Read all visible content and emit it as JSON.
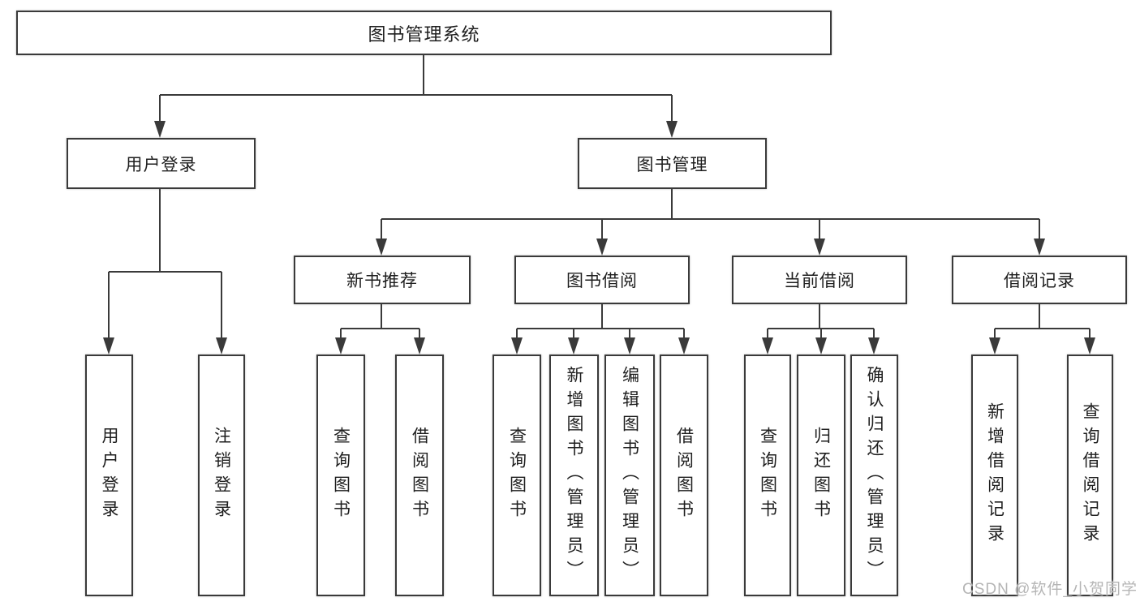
{
  "tree": {
    "root": {
      "label": "图书管理系统",
      "children": [
        {
          "label": "用户登录",
          "children": [
            {
              "label": "用户登录"
            },
            {
              "label": "注销登录"
            }
          ]
        },
        {
          "label": "图书管理",
          "children": [
            {
              "label": "新书推荐",
              "children": [
                {
                  "label": "查询图书"
                },
                {
                  "label": "借阅图书"
                }
              ]
            },
            {
              "label": "图书借阅",
              "children": [
                {
                  "label": "查询图书"
                },
                {
                  "label": "新增图书（管理员）"
                },
                {
                  "label": "编辑图书（管理员）"
                },
                {
                  "label": "借阅图书"
                }
              ]
            },
            {
              "label": "当前借阅",
              "children": [
                {
                  "label": "查询图书"
                },
                {
                  "label": "归还图书"
                },
                {
                  "label": "确认归还（管理员）"
                }
              ]
            },
            {
              "label": "借阅记录",
              "children": [
                {
                  "label": "新增借阅记录"
                },
                {
                  "label": "查询借阅记录"
                }
              ]
            }
          ]
        }
      ]
    }
  },
  "watermark": {
    "text": "CSDN @软件_小贺同学",
    "color": "#b5b5b5"
  },
  "colors": {
    "line": "#3a3a3a",
    "text": "#1e1e1e",
    "background": "#ffffff"
  }
}
